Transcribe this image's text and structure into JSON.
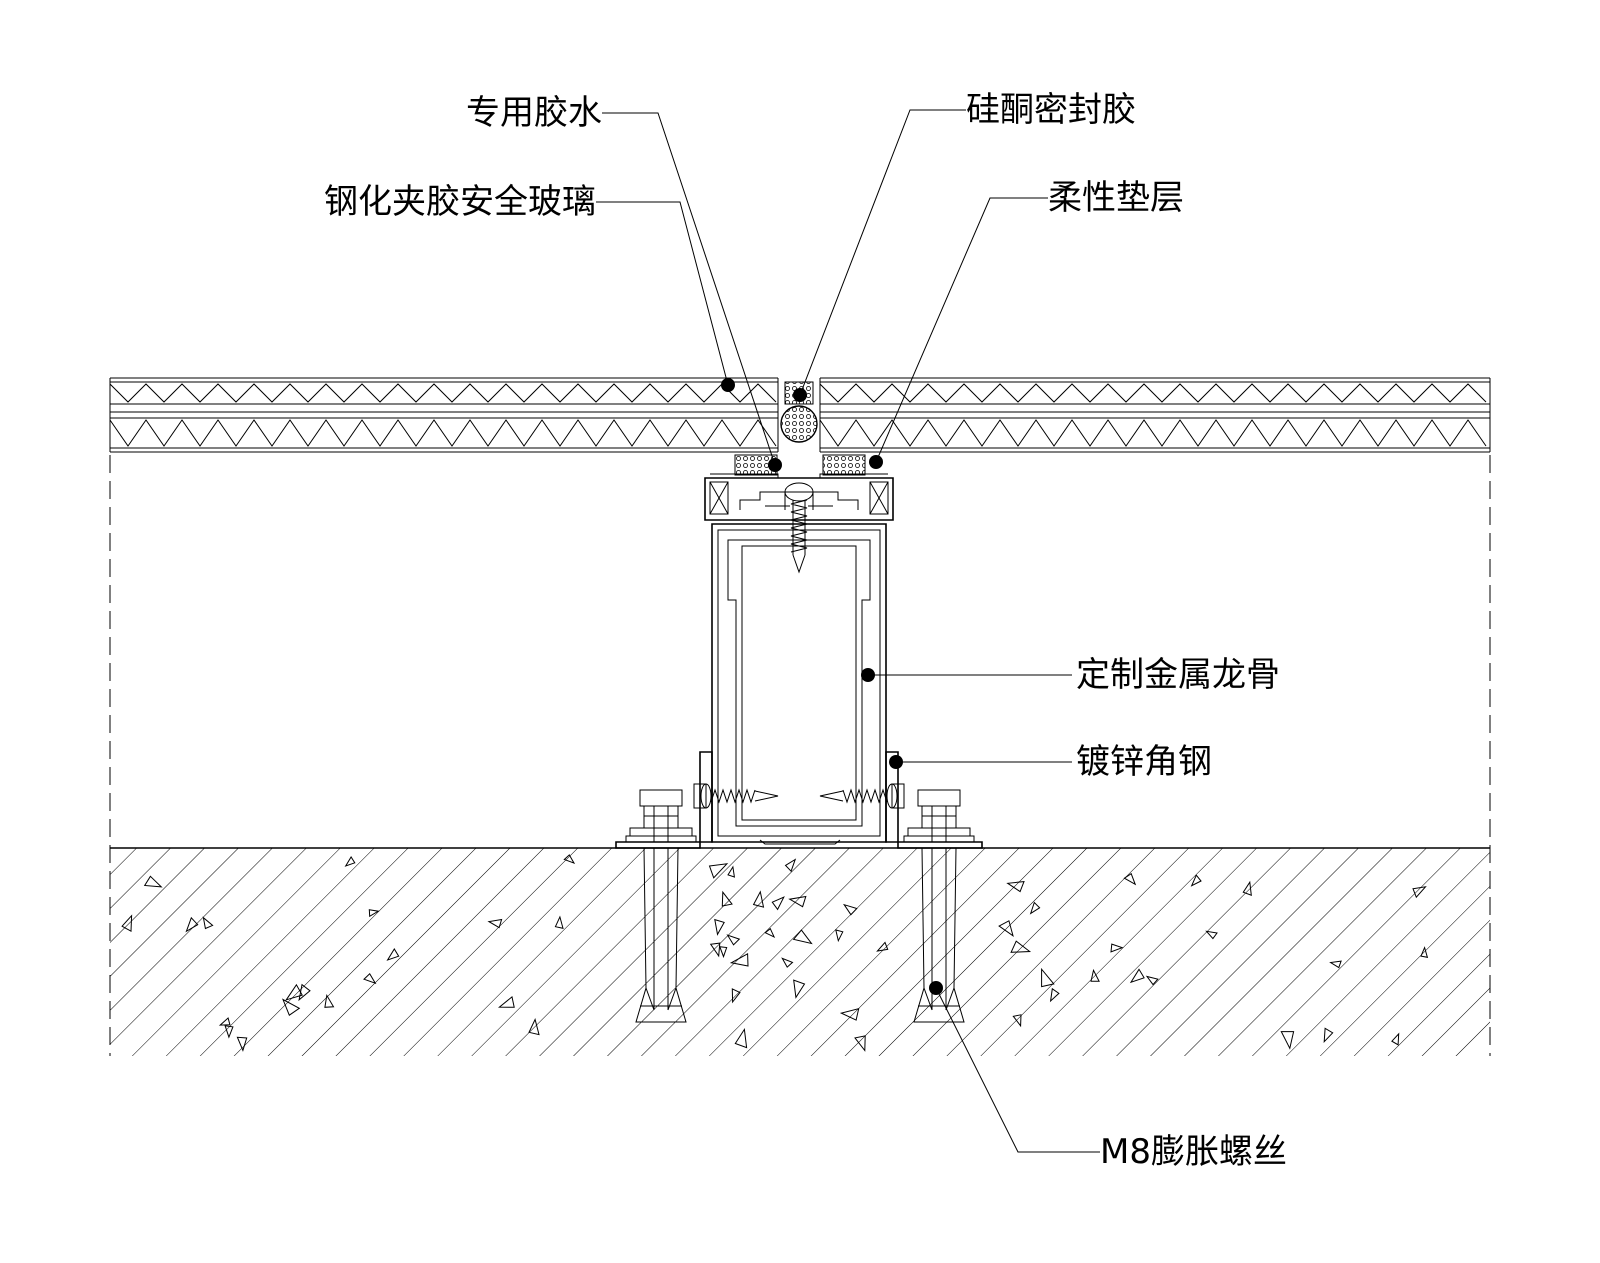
{
  "labels": {
    "adhesive": "专用胶水",
    "laminated_glass": "钢化夹胶安全玻璃",
    "silicone_sealant": "硅酮密封胶",
    "flexible_pad": "柔性垫层",
    "custom_keel": "定制金属龙骨",
    "galvanized_angle": "镀锌角钢",
    "expansion_bolt": "M8膨胀螺丝"
  },
  "colors": {
    "line": "#000000",
    "background": "#ffffff"
  }
}
